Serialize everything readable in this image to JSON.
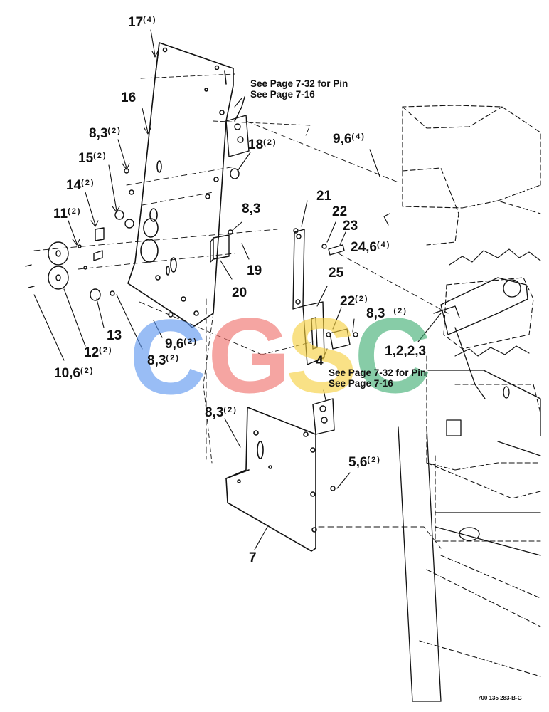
{
  "callouts": [
    {
      "key": "p17",
      "num": "17",
      "qty": "(4)"
    },
    {
      "key": "p16",
      "num": "16",
      "qty": ""
    },
    {
      "key": "p83a",
      "num": "8,3",
      "qty": "(2)"
    },
    {
      "key": "p15",
      "num": "15",
      "qty": "(2)"
    },
    {
      "key": "p14",
      "num": "14",
      "qty": "(2)"
    },
    {
      "key": "p11",
      "num": "11",
      "qty": "(2)"
    },
    {
      "key": "p18",
      "num": "18",
      "qty": "(2)"
    },
    {
      "key": "p96a",
      "num": "9,6",
      "qty": "(4)"
    },
    {
      "key": "p83b",
      "num": "8,3",
      "qty": ""
    },
    {
      "key": "p21",
      "num": "21",
      "qty": ""
    },
    {
      "key": "p22a",
      "num": "22",
      "qty": ""
    },
    {
      "key": "p23",
      "num": "23",
      "qty": ""
    },
    {
      "key": "p246",
      "num": "24,6",
      "qty": "(4)"
    },
    {
      "key": "p19",
      "num": "19",
      "qty": ""
    },
    {
      "key": "p20",
      "num": "20",
      "qty": ""
    },
    {
      "key": "p25",
      "num": "25",
      "qty": ""
    },
    {
      "key": "p22b",
      "num": "22",
      "qty": "(2)"
    },
    {
      "key": "p83c",
      "num": "8,3",
      "qty": "(2)"
    },
    {
      "key": "p13",
      "num": "13",
      "qty": ""
    },
    {
      "key": "p96b",
      "num": "9,6",
      "qty": "(2)"
    },
    {
      "key": "p83d",
      "num": "8,3",
      "qty": "(2)"
    },
    {
      "key": "p12",
      "num": "12",
      "qty": "(2)"
    },
    {
      "key": "p106",
      "num": "10,6",
      "qty": "(2)"
    },
    {
      "key": "p123",
      "num": "1,2,2,3",
      "qty": ""
    },
    {
      "key": "p4",
      "num": "4",
      "qty": ""
    },
    {
      "key": "p83e",
      "num": "8,3",
      "qty": "(2)"
    },
    {
      "key": "p56",
      "num": "5,6",
      "qty": "(2)"
    },
    {
      "key": "p7",
      "num": "7",
      "qty": ""
    }
  ],
  "notes": {
    "top": [
      "See Page 7-32 for Pin",
      "See Page 7-16"
    ],
    "bottom": [
      "See Page 7-32 for Pin",
      "See Page 7-16"
    ]
  },
  "figure_id": "700 135 283-B-G",
  "watermark": {
    "letters": [
      "C",
      "G",
      "S",
      "C"
    ],
    "colors": [
      "#5b95ef",
      "#ef6f6a",
      "#f6d03d",
      "#3fae72"
    ]
  }
}
